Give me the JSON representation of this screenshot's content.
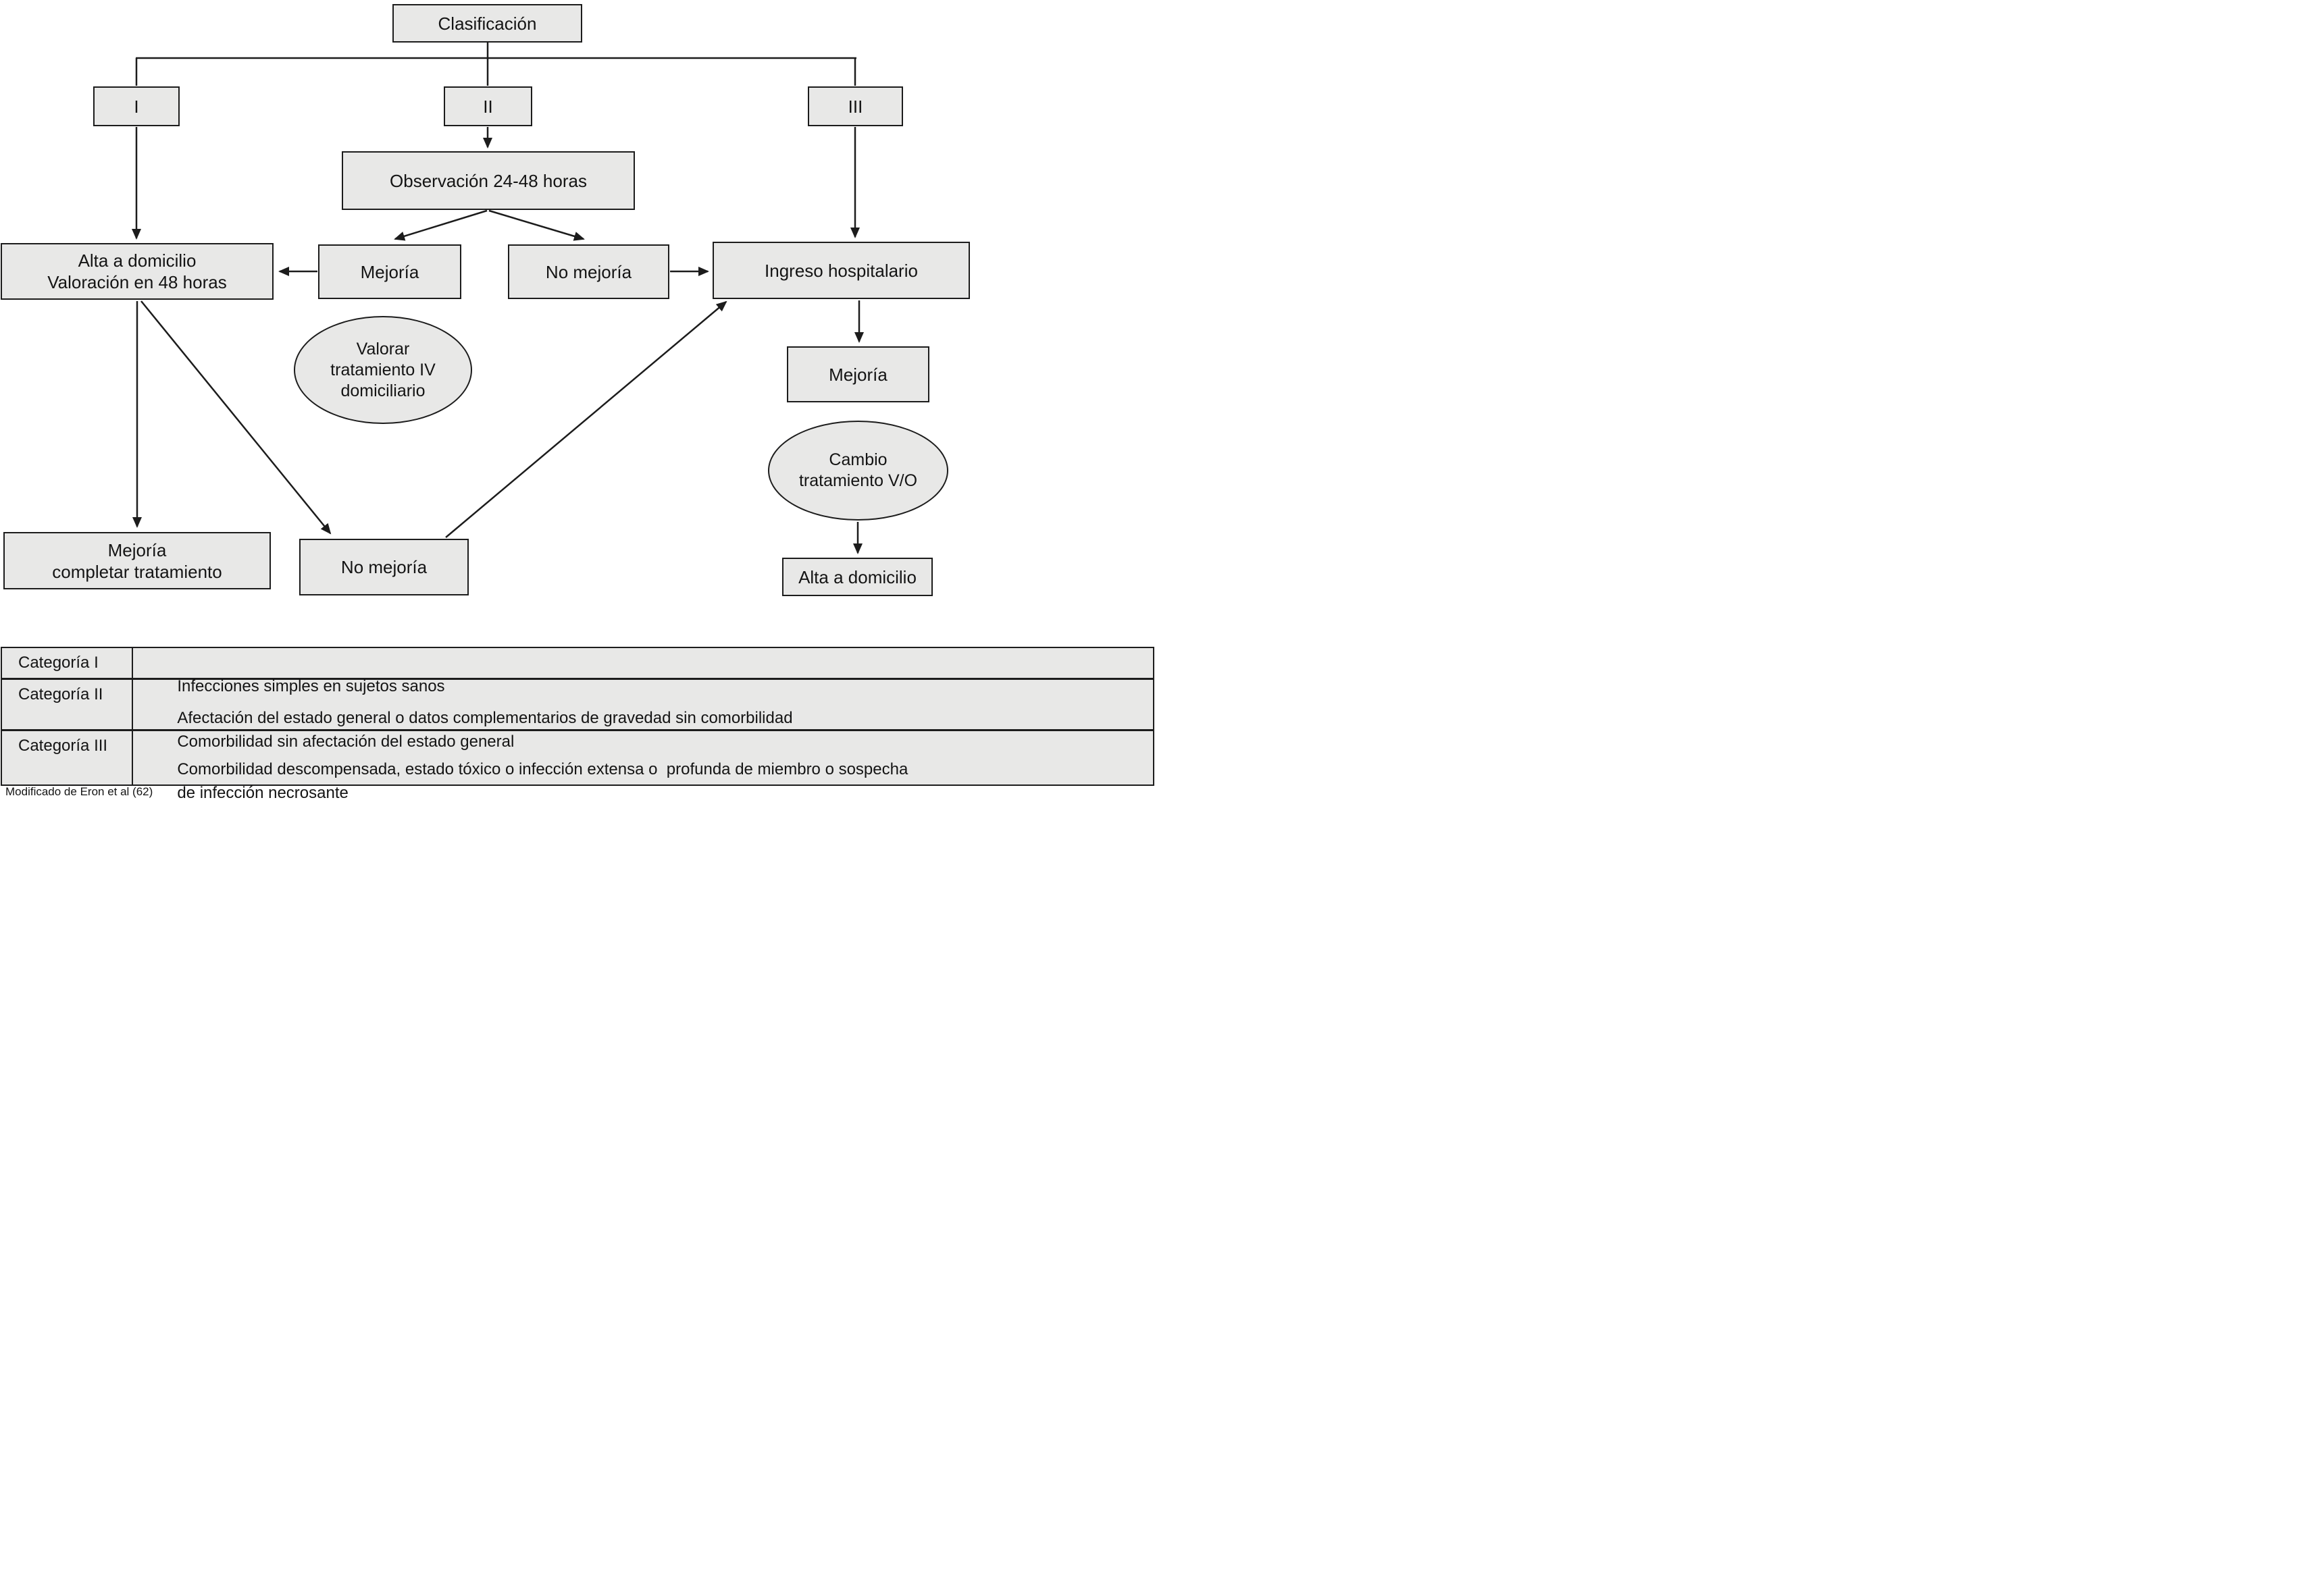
{
  "diagram": {
    "title_node": "Clasificación",
    "colors": {
      "node_fill": "#e8e8e7",
      "node_border": "#1c1c1c",
      "background": "#ffffff",
      "text": "#141414"
    },
    "nodes": {
      "clasificacion": {
        "label": "Clasificación"
      },
      "category_i": {
        "label": "I"
      },
      "category_ii": {
        "label": "II"
      },
      "category_iii": {
        "label": "III"
      },
      "observacion": {
        "label": "Observación 24-48 horas"
      },
      "alta_valoracion": {
        "line1": "Alta a domicilio",
        "line2": "Valoración en 48 horas"
      },
      "mejoria_mid": {
        "label": "Mejoría"
      },
      "no_mejoria_mid": {
        "label": "No mejoría"
      },
      "ingreso": {
        "label": "Ingreso hospitalario"
      },
      "valorar_iv": {
        "line1": "Valorar",
        "line2": "tratamiento IV",
        "line3": "domiciliario"
      },
      "mejoria_right": {
        "label": "Mejoría"
      },
      "cambio_vo": {
        "line1": "Cambio",
        "line2": "tratamiento V/O"
      },
      "alta_domicilio": {
        "label": "Alta a domicilio"
      },
      "mejoria_completar": {
        "line1": "Mejoría",
        "line2": "completar tratamiento"
      },
      "no_mejoria_bottom": {
        "label": "No mejoría"
      }
    }
  },
  "table": {
    "rows": [
      {
        "category": "Categoría I",
        "line1": "Infecciones simples en sujetos sanos",
        "line2": ""
      },
      {
        "category": "Categoría II",
        "line1": "Afectación del estado general o datos complementarios de gravedad sin comorbilidad",
        "line2": "Comorbilidad sin afectación del estado general"
      },
      {
        "category": "Categoría III",
        "line1": "Comorbilidad descompensada, estado tóxico o infección extensa o  profunda de miembro o sospecha",
        "line2": "de infección necrosante"
      }
    ]
  },
  "footer": {
    "credit": "Modificado de Eron et al (62)"
  }
}
